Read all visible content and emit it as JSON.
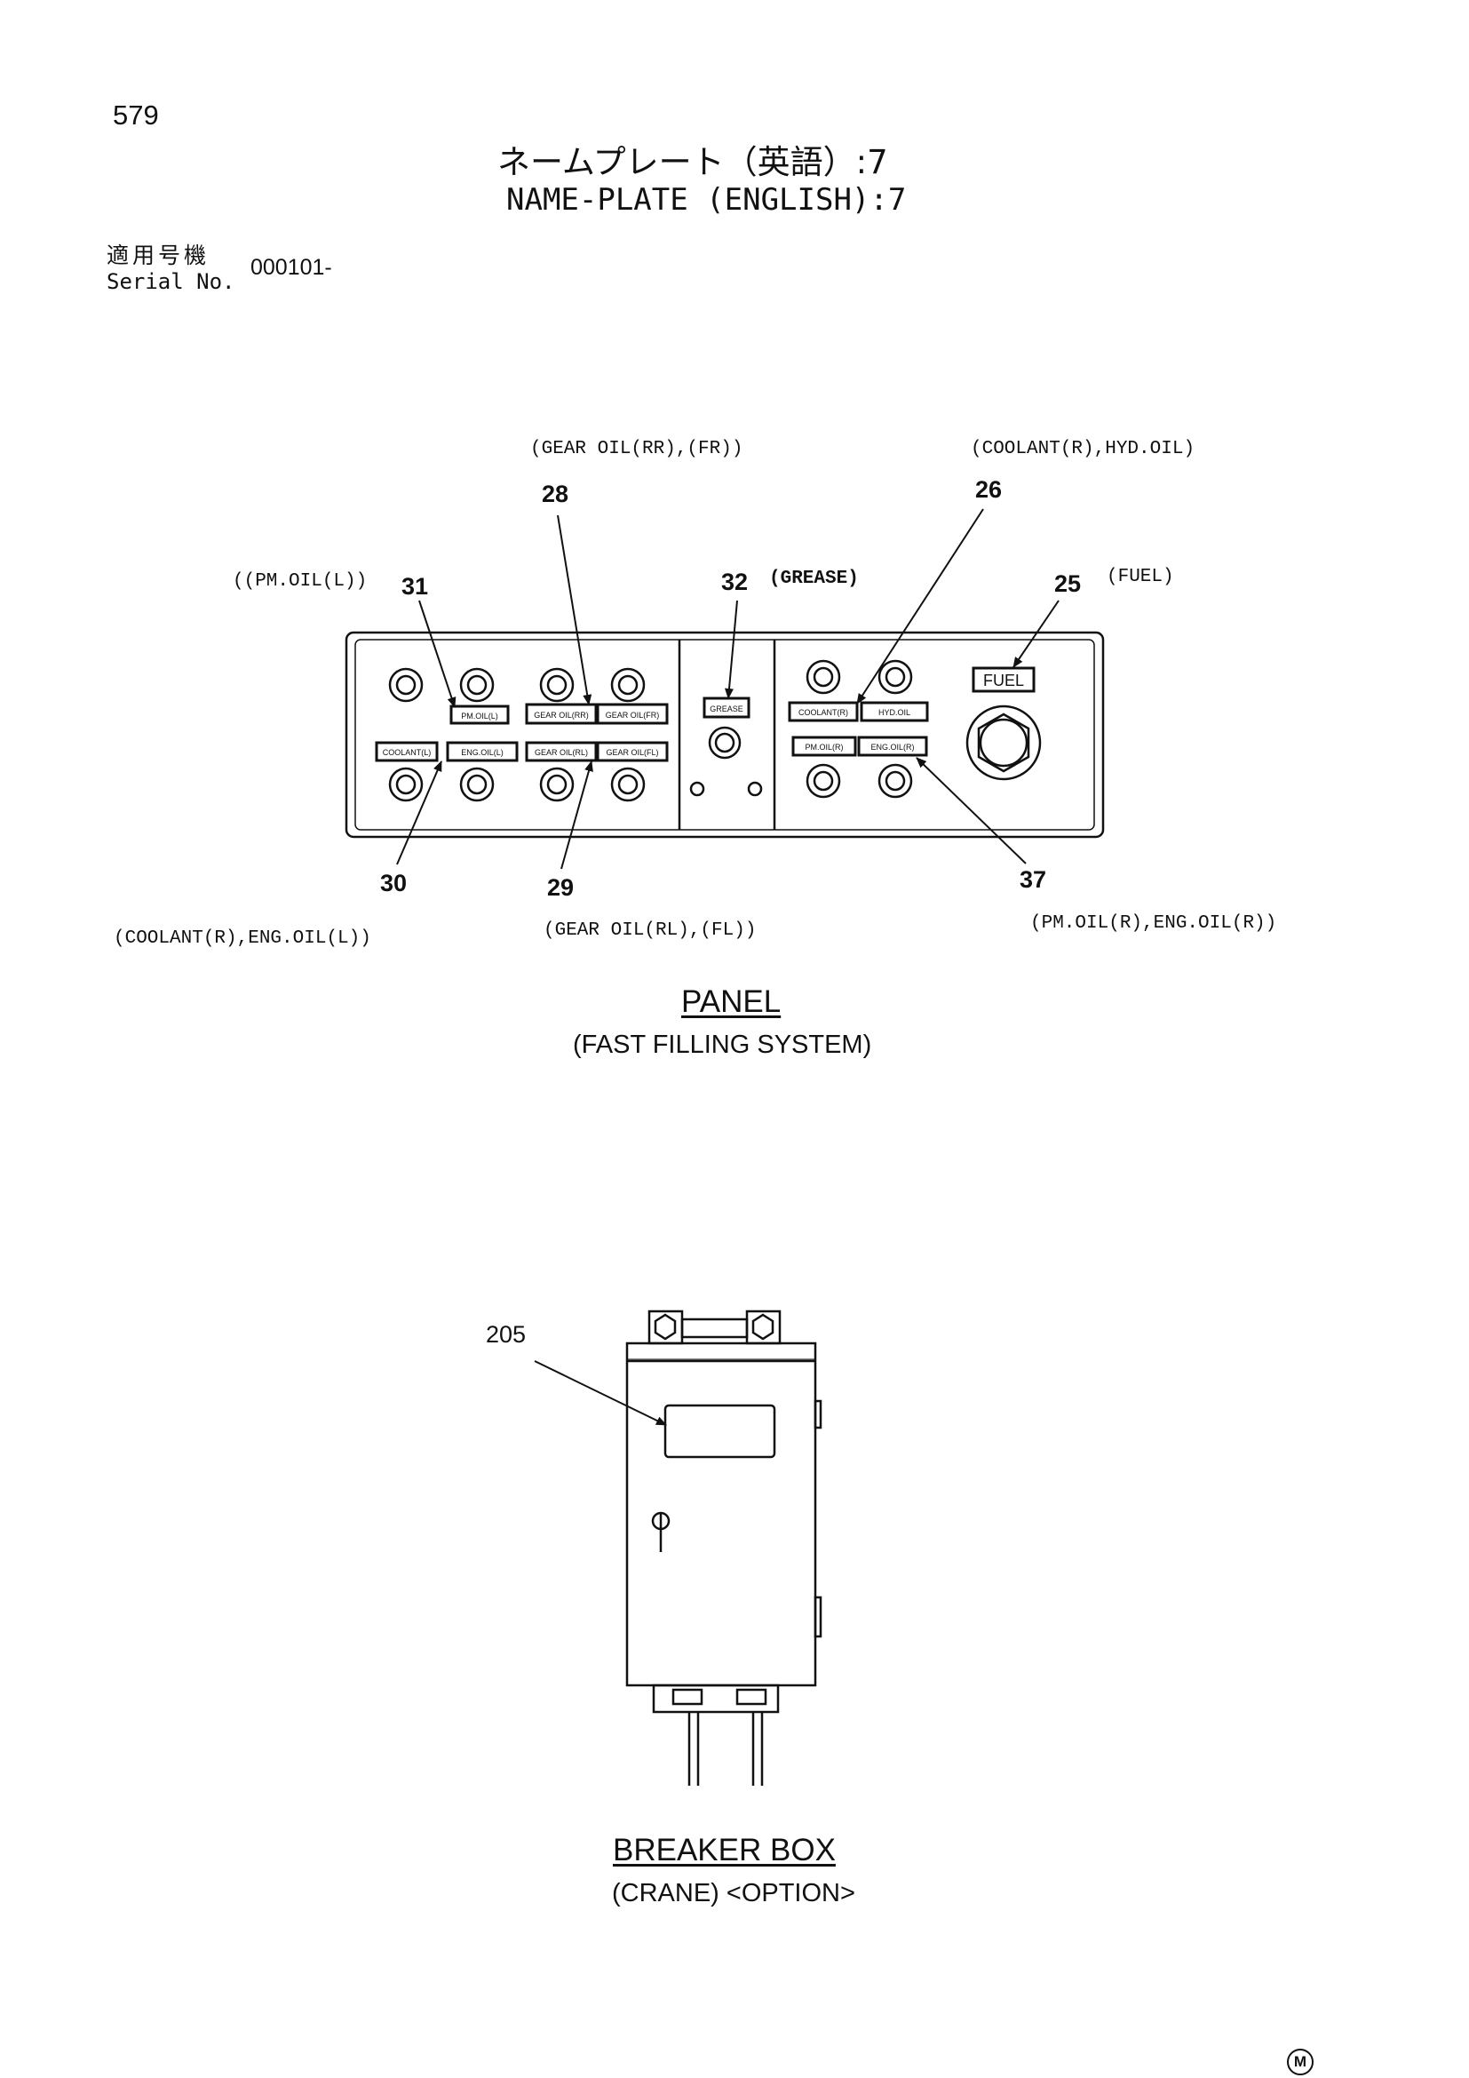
{
  "page_number": "579",
  "title_jp": "ネームプレート（英語）:7",
  "title_en": "NAME-PLATE (ENGLISH):7",
  "serial": {
    "label_jp": "適用号機",
    "label_en": "Serial No.",
    "value": "000101-"
  },
  "panel": {
    "caption": "PANEL",
    "subcaption": "(FAST FILLING SYSTEM)",
    "callouts": {
      "c28": "(GEAR OIL(RR),(FR))",
      "c26": "(COOLANT(R),HYD.OIL)",
      "c31": "((PM.OIL(L))",
      "c32": "(GREASE)",
      "c25": "(FUEL)",
      "c30": "(COOLANT(R),ENG.OIL(L))",
      "c29": "(GEAR OIL(RL),(FL))",
      "c37": "(PM.OIL(R),ENG.OIL(R))"
    },
    "numbers": {
      "n28": "28",
      "n26": "26",
      "n31": "31",
      "n32": "32",
      "n25": "25",
      "n30": "30",
      "n29": "29",
      "n37": "37"
    },
    "plates": {
      "pm_oil_l": "PM.OIL(L)",
      "gear_oil_rr": "GEAR OIL(RR)",
      "gear_oil_fr": "GEAR OIL(FR)",
      "coolant_l": "COOLANT(L)",
      "eng_oil_l": "ENG.OIL(L)",
      "gear_oil_rl": "GEAR OIL(RL)",
      "gear_oil_fl": "GEAR OIL(FL)",
      "grease": "GREASE",
      "coolant_r": "COOLANT(R)",
      "hyd_oil": "HYD.OIL",
      "pm_oil_r": "PM.OIL(R)",
      "eng_oil_r": "ENG.OIL(R)",
      "fuel": "FUEL"
    }
  },
  "breaker": {
    "number": "205",
    "caption": "BREAKER BOX",
    "subcaption": "(CRANE) <OPTION>"
  },
  "mark": "M"
}
